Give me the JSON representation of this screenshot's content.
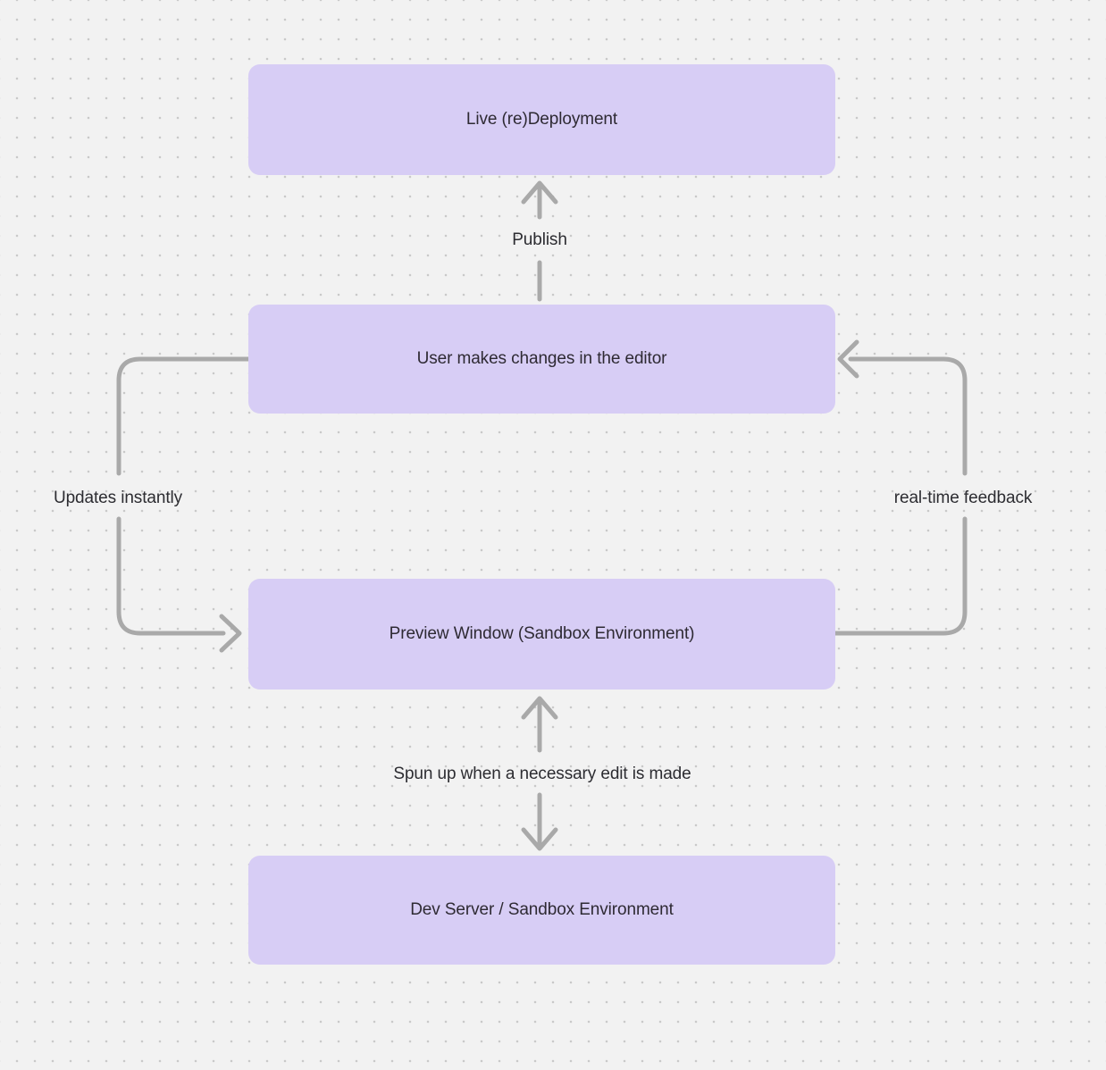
{
  "theme": {
    "canvas_bg": "#f2f2f2",
    "dot_color": "#c9c9c9",
    "node_fill": "#d7cdf5",
    "node_text": "#2e2a33",
    "label_text": "#2c2c31",
    "arrow": "#a9a9a9"
  },
  "diagram": {
    "type": "flowchart",
    "nodes": [
      {
        "label": "Live (re)Deployment"
      },
      {
        "label": "User makes changes in the editor"
      },
      {
        "label": "Preview Window (Sandbox Environment)"
      },
      {
        "label": "Dev Server / Sandbox Environment"
      }
    ],
    "edges": {
      "publish": {
        "label": "Publish",
        "from": "User makes changes in the editor",
        "to": "Live (re)Deployment",
        "direction": "up"
      },
      "updates_instantly": {
        "label": "Updates instantly",
        "from": "User makes changes in the editor",
        "to": "Preview Window (Sandbox Environment)",
        "direction": "left-loop"
      },
      "realtime_feedback": {
        "label": "real-time feedback",
        "from": "Preview Window (Sandbox Environment)",
        "to": "User makes changes in the editor",
        "direction": "right-loop"
      },
      "spun_up": {
        "label": "Spun up when a necessary edit is made",
        "from": "Dev Server / Sandbox Environment",
        "to": "Preview Window (Sandbox Environment)",
        "direction": "bidirectional"
      }
    }
  }
}
